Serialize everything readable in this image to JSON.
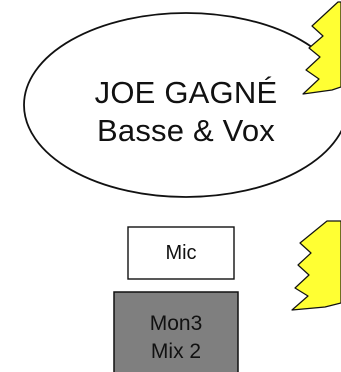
{
  "musician": {
    "name": "JOE GAGNÉ",
    "role": "Basse & Vox"
  },
  "microphone": {
    "label": "Mic"
  },
  "monitor": {
    "line1": "Mon3",
    "line2": "Mix 2"
  },
  "icons": {
    "lightning_bolt_top": "lightning-bolt-icon",
    "lightning_bolt_bottom": "lightning-bolt-icon"
  },
  "colors": {
    "monitor_fill": "#7f7f7f",
    "lightning_fill": "#ffff33",
    "stroke": "#111111"
  }
}
